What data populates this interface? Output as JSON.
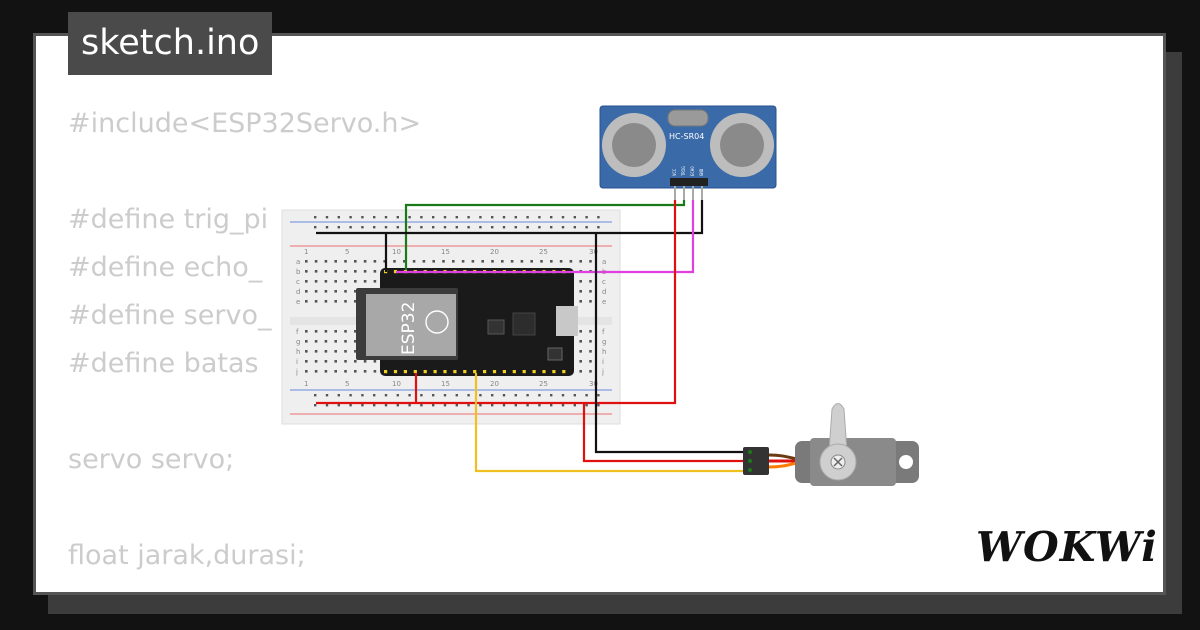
{
  "tab": {
    "filename": "sketch.ino"
  },
  "code_lines": [
    "#include<ESP32Servo.h>",
    "",
    "#define trig_pi",
    "#define echo_",
    "#define servo_",
    "#define batas",
    "",
    "servo servo;",
    "",
    "float jarak,durasi;"
  ],
  "brand": {
    "logo": "WOKWi"
  },
  "sensor": {
    "label": "HC-SR04",
    "pins": [
      "VCC",
      "TRIG",
      "ECHO",
      "GND"
    ]
  },
  "board": {
    "label": "ESP32"
  },
  "breadboard": {
    "columns_top": [
      "1",
      "5",
      "10",
      "15",
      "20",
      "25",
      "30"
    ],
    "rows_top": [
      "a",
      "b",
      "c",
      "d",
      "e"
    ],
    "rows_bottom": [
      "f",
      "g",
      "h",
      "i",
      "j"
    ]
  },
  "colors": {
    "background": "#121212",
    "card": "#ffffff",
    "tab_bg": "#4a4a4a",
    "code_text": "#cccccc",
    "sensor_pcb": "#3a6aa8",
    "esp32_board": "#1a1a1a",
    "wire_green": "#1a7a1a",
    "wire_black": "#111111",
    "wire_magenta": "#e040e0",
    "wire_red": "#e01010",
    "wire_yellow": "#f0c020",
    "wire_orange": "#ff7a00"
  },
  "icons": [
    "breadboard",
    "esp32-devkit",
    "ultrasonic-sensor",
    "servo-motor"
  ]
}
